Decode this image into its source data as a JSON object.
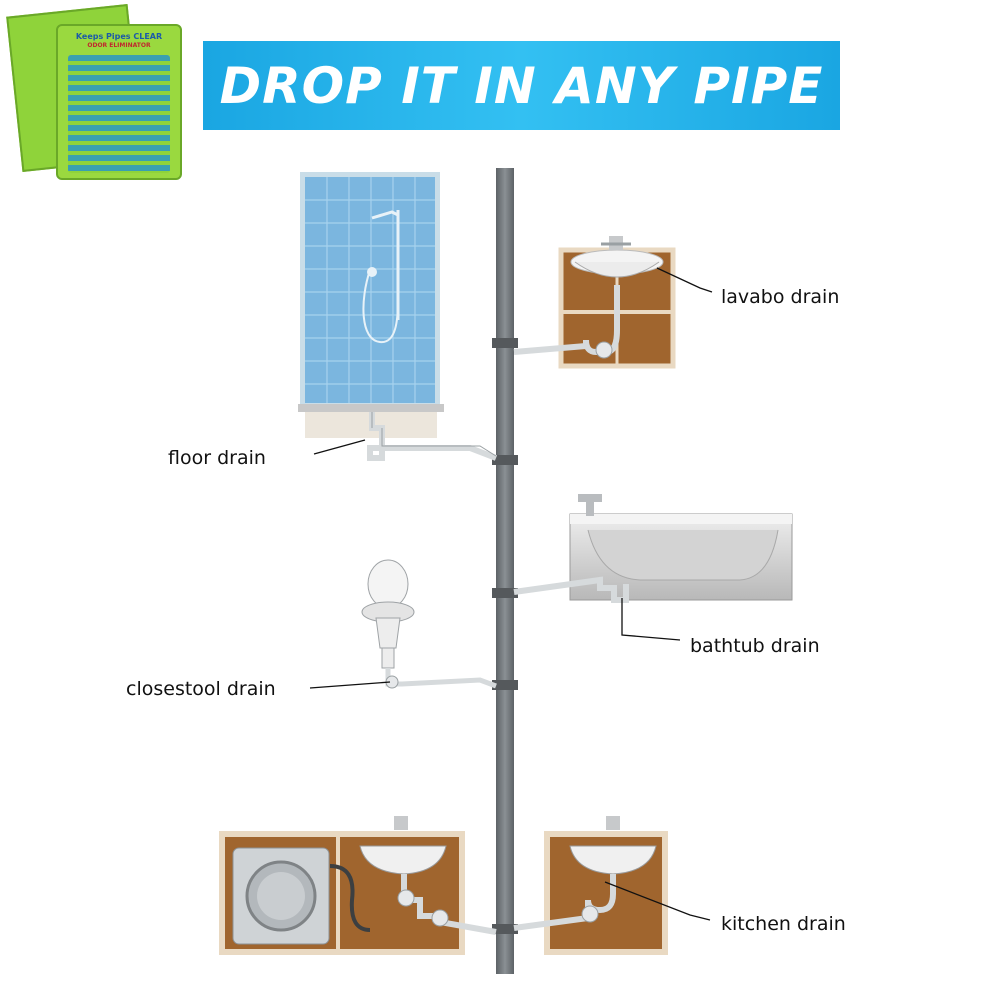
{
  "banner": {
    "headline": "DROP IT IN ANY PIPE"
  },
  "product": {
    "brand_line": "Keeps Pipes CLEAR",
    "sub_line": "ODOR ELIMINATOR",
    "icon": "drain-stick-pack"
  },
  "labels": {
    "lavabo": "lavabo drain",
    "floor": "floor drain",
    "bathtub": "bathtub drain",
    "closestool": "closestool drain",
    "kitchen": "kitchen drain"
  },
  "colors": {
    "banner": "#1aa6e2",
    "pipe": "#6f7478",
    "cabinet": "#a0652e",
    "tile": "#7bb6df"
  }
}
